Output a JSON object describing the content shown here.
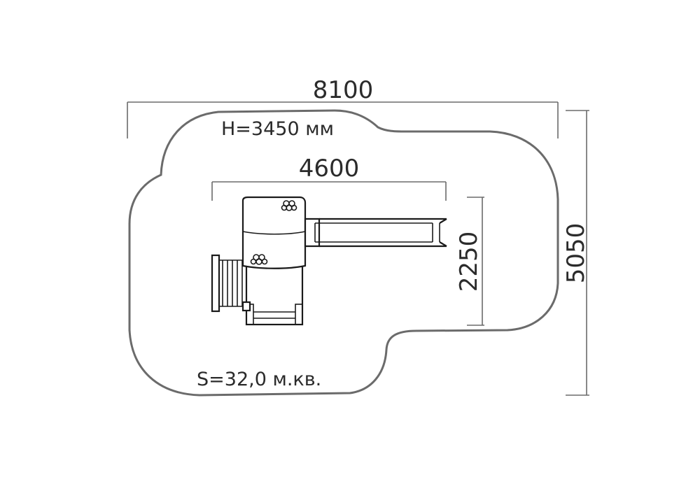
{
  "dimensions": {
    "overall_width": "8100",
    "overall_depth": "5050",
    "equipment_width": "4600",
    "equipment_depth": "2250"
  },
  "notes": {
    "height": "H=3450 мм",
    "area": "S=32,0 м.кв."
  },
  "colors": {
    "zone_outline": "#6b6b6b",
    "equipment_stroke": "#1a1a1a",
    "text": "#2b2b2b"
  }
}
